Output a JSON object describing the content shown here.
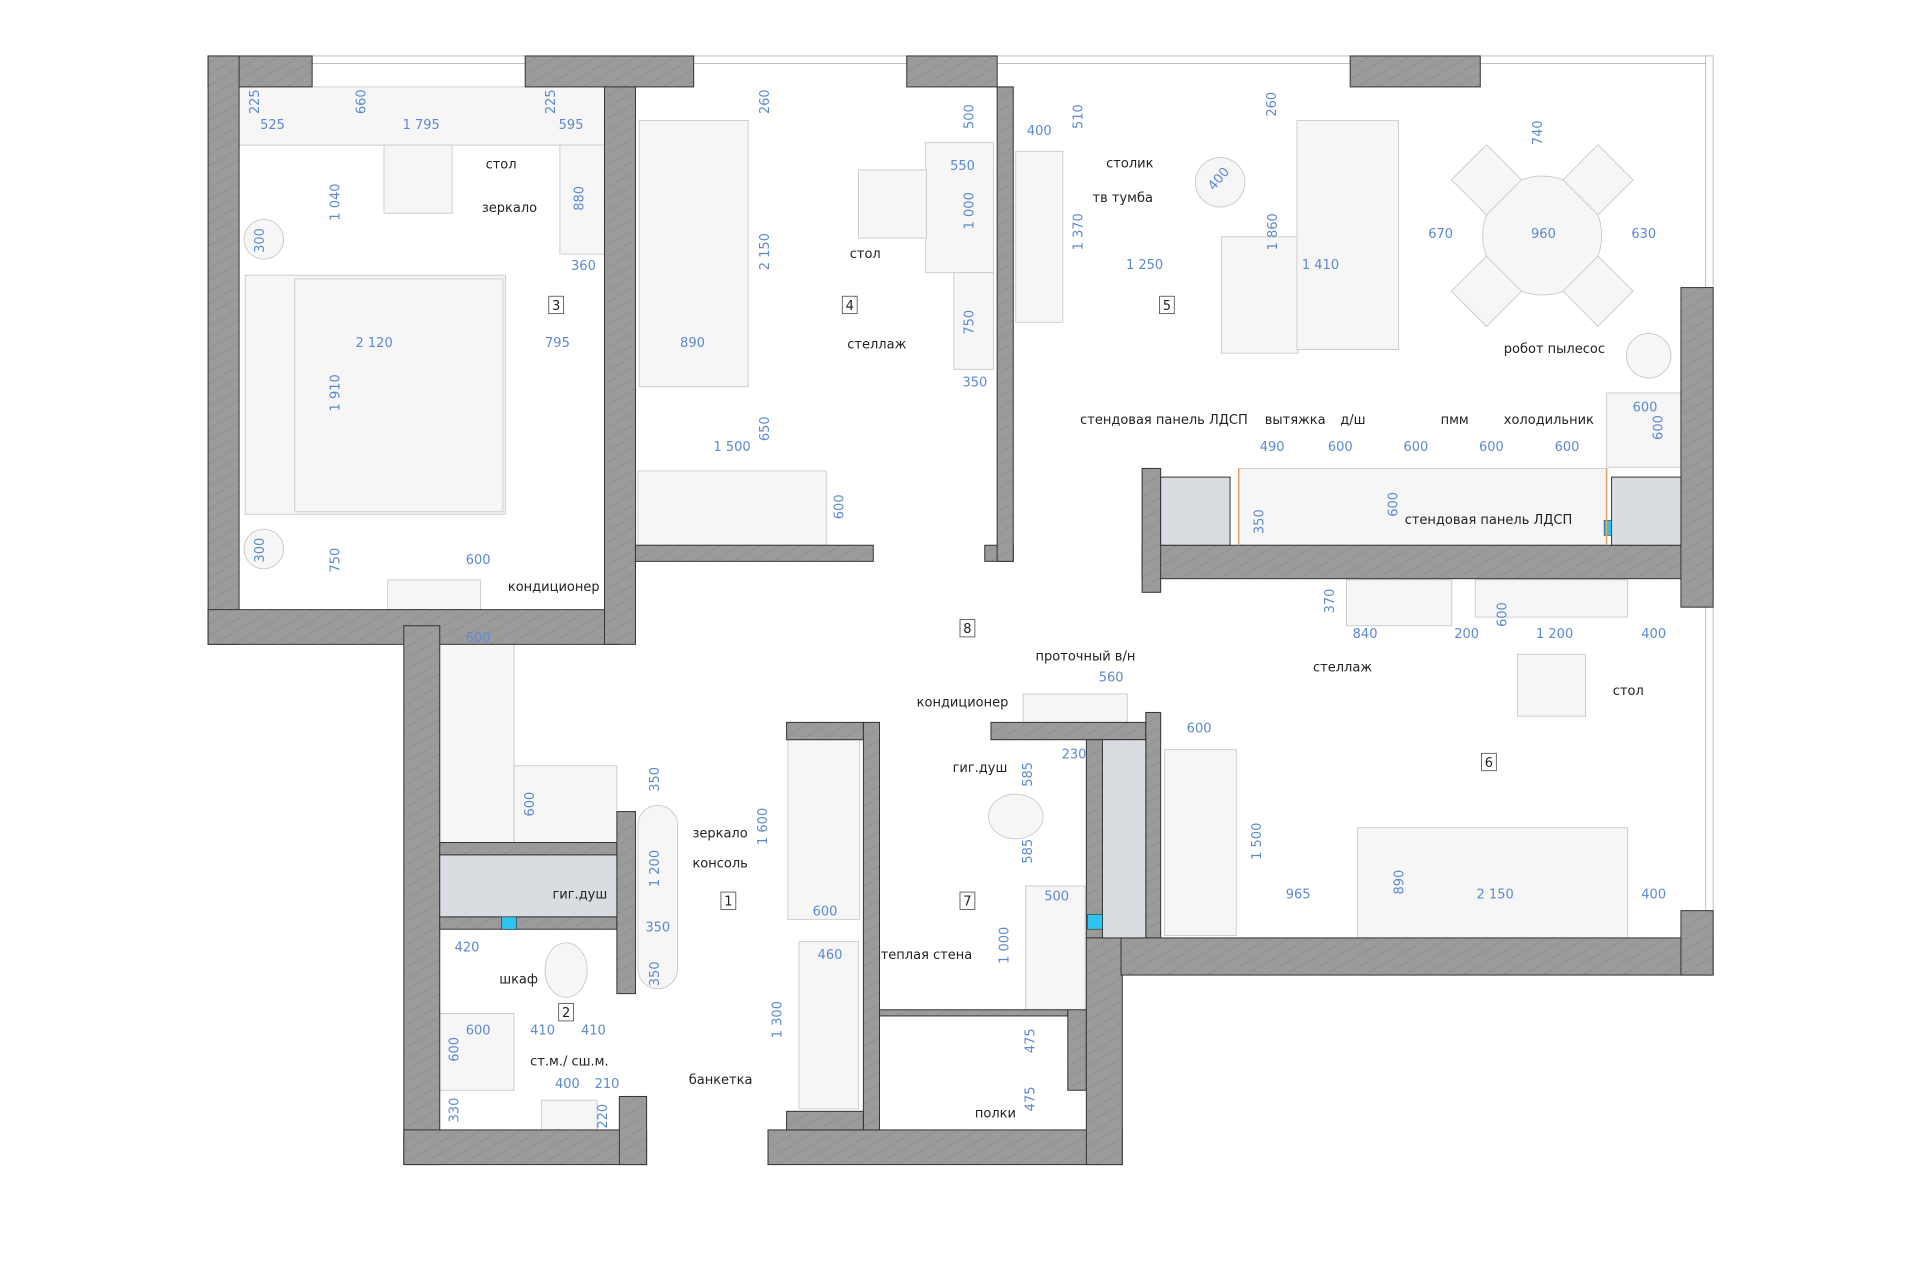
{
  "plan": {
    "rooms": [
      "1",
      "2",
      "3",
      "4",
      "5",
      "6",
      "7",
      "8"
    ],
    "labels": [
      "стол",
      "зеркало",
      "кондиционер",
      "стол",
      "стеллаж",
      "столик",
      "тв тумба",
      "робот пылесос",
      "стендовая панель ЛДСП",
      "вытяжка",
      "д/ш",
      "пмм",
      "холодильник",
      "стендовая панель ЛДСП",
      "стеллаж",
      "стол",
      "проточный в/н",
      "кондиционер",
      "гиг.душ",
      "зеркало",
      "консоль",
      "гиг.душ",
      "шкаф",
      "теплая стена",
      "ст.м./ сш.м.",
      "банкетка",
      "полки"
    ],
    "dims": {
      "room3": [
        "225",
        "660",
        "225",
        "525",
        "1 795",
        "595",
        "1 040",
        "880",
        "300",
        "360",
        "2 120",
        "795",
        "1 910",
        "300",
        "750",
        "600"
      ],
      "room4": [
        "260",
        "500",
        "550",
        "1 000",
        "2 150",
        "890",
        "750",
        "350",
        "650",
        "1 500",
        "600"
      ],
      "room5": [
        "400",
        "510",
        "260",
        "740",
        "400",
        "1 370",
        "1 860",
        "670",
        "960",
        "630",
        "1 250",
        "1 410"
      ],
      "kitchen": [
        "600",
        "600",
        "490",
        "600",
        "600",
        "600",
        "600",
        "350",
        "600"
      ],
      "room6": [
        "370",
        "840",
        "200",
        "1 200",
        "600",
        "400",
        "600",
        "1 500",
        "965",
        "890",
        "2 150",
        "400"
      ],
      "room7": [
        "560",
        "230",
        "585",
        "585",
        "500",
        "1 000",
        "475",
        "475"
      ],
      "corridor": [
        "600",
        "600",
        "350",
        "1 200",
        "350",
        "350",
        "1 600",
        "600",
        "460",
        "1 300"
      ],
      "room2": [
        "420",
        "600",
        "410",
        "410",
        "600",
        "400",
        "210",
        "330",
        "220"
      ]
    },
    "colors": {
      "wall": "#9b9b9b",
      "dimension": "#5b8ad0",
      "panel": "#d9dde1",
      "riser": "#2ec4f0",
      "ldsp": "#e0a060"
    }
  }
}
